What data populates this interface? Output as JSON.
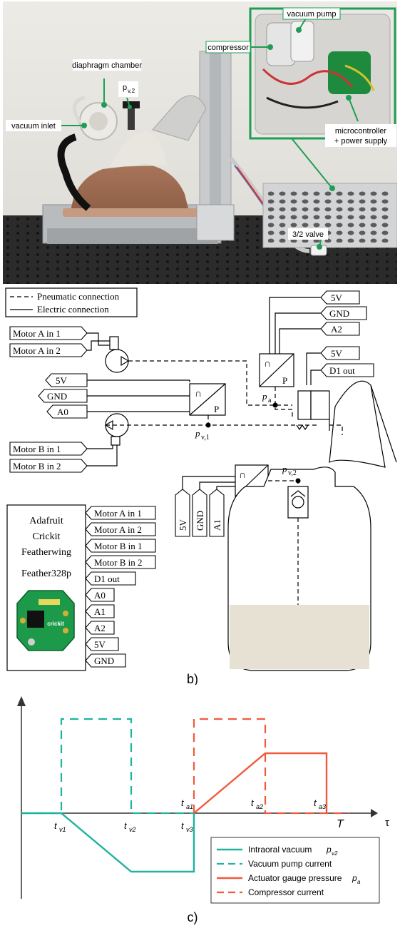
{
  "photo": {
    "labels": {
      "vacuum_pump": "vacuum pump",
      "compressor": "compressor",
      "diaphragm_chamber": "diaphragm chamber",
      "pv2_main": "p",
      "pv2_sub": "v,2",
      "vacuum_inlet": "vacuum inlet",
      "microcontroller_line1": "microcontroller",
      "microcontroller_line2": "+ power supply",
      "valve": "3/2 valve"
    },
    "colors": {
      "accent_green": "#1f9d55"
    }
  },
  "schematic": {
    "legend": {
      "pneumatic": "Pneumatic connection",
      "electric": "Electric connection"
    },
    "pins": {
      "motor_a_in1": "Motor A in 1",
      "motor_a_in2": "Motor A in 2",
      "motor_b_in1": "Motor B in 1",
      "motor_b_in2": "Motor B in 2",
      "v5": "5V",
      "gnd": "GND",
      "a0": "A0",
      "a1": "A1",
      "a2": "A2",
      "d1_out": "D1 out"
    },
    "sensor_p": "P",
    "sensor_cap": "∩",
    "pressure_labels": {
      "pa_main": "p",
      "pa_sub": "a",
      "pv1_main": "p",
      "pv1_sub": "v,1",
      "pv2_main": "p",
      "pv2_sub": "v,2"
    },
    "board": {
      "line1": "Adafruit",
      "line2": "Crickit",
      "line3": "Featherwing",
      "line4": "Feather328p",
      "chip_text": "crickit"
    },
    "panel_label": "b)"
  },
  "chart_data": {
    "type": "line",
    "x_ticks": [
      {
        "main": "t",
        "sub": "v1"
      },
      {
        "main": "t",
        "sub": "v2"
      },
      {
        "main": "t",
        "sub": "v3"
      },
      {
        "main": "t",
        "sub": "a1"
      },
      {
        "main": "t",
        "sub": "a2"
      },
      {
        "main": "t",
        "sub": "a3"
      },
      {
        "main": "T",
        "sub": ""
      }
    ],
    "x_axis_label": "τ",
    "series": [
      {
        "name": "Intraoral vacuum",
        "name_sub": "v2",
        "name_prefix": "p",
        "color": "#1fb3a0",
        "style": "solid"
      },
      {
        "name": "Vacuum pump current",
        "color": "#1fb3a0",
        "style": "dashed"
      },
      {
        "name": "Actuator gauge pressure",
        "name_sub": "a",
        "name_prefix": "p",
        "color": "#f05a3c",
        "style": "solid"
      },
      {
        "name": "Compressor current",
        "color": "#f05a3c",
        "style": "dashed"
      }
    ],
    "panel_label": "c)"
  }
}
